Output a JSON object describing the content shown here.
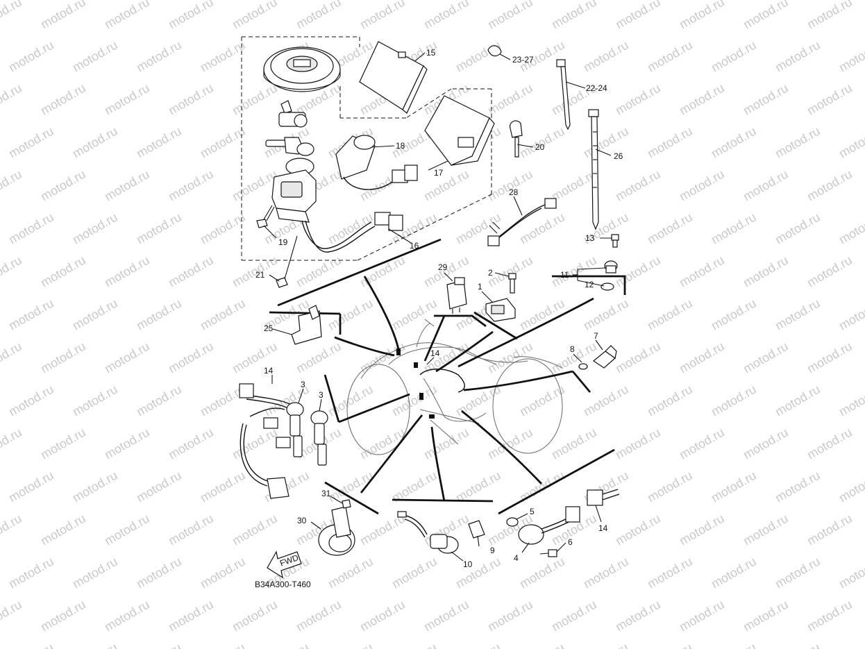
{
  "watermark": "motod.ru",
  "diagram_code": "B34A300-T460",
  "fwd_label": "FWD",
  "callouts": {
    "p1": "1",
    "p2": "2",
    "p3a": "3",
    "p3b": "3",
    "p4": "4",
    "p5": "5",
    "p6": "6",
    "p7": "7",
    "p8": "8",
    "p9": "9",
    "p10": "10",
    "p11": "11",
    "p12": "12",
    "p13": "13",
    "p14a": "14",
    "p14b": "14",
    "p14c": "14",
    "p15": "15",
    "p16": "16",
    "p17": "17",
    "p18": "18",
    "p19": "19",
    "p20": "20",
    "p21": "21",
    "p22": "22-24",
    "p23": "23-27",
    "p25": "25",
    "p26": "26",
    "p28": "28",
    "p29": "29",
    "p30": "30",
    "p31": "31"
  }
}
